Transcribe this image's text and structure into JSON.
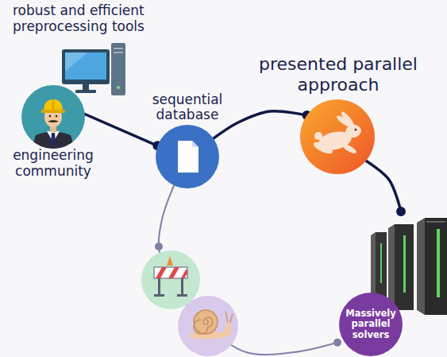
{
  "diagram": {
    "nodes": [
      {
        "text": [
          "engineering community"
        ]
      },
      {
        "text": [
          "sequential database"
        ]
      },
      {
        "text": [
          "presented parallel approach"
        ]
      },
      {
        "text": [
          "Massively parallel solvers"
        ]
      }
    ],
    "edges": [
      {
        "from": 0,
        "to": 1,
        "arrow": "none"
      },
      {
        "from": 1,
        "to": 2,
        "arrow": "none"
      },
      {
        "from": 2,
        "to": 3,
        "arrow": "none"
      },
      {
        "from": 1,
        "to": 3,
        "arrow": "none"
      }
    ],
    "labels": [
      "robust and efficient preprocessing tools"
    ]
  }
}
